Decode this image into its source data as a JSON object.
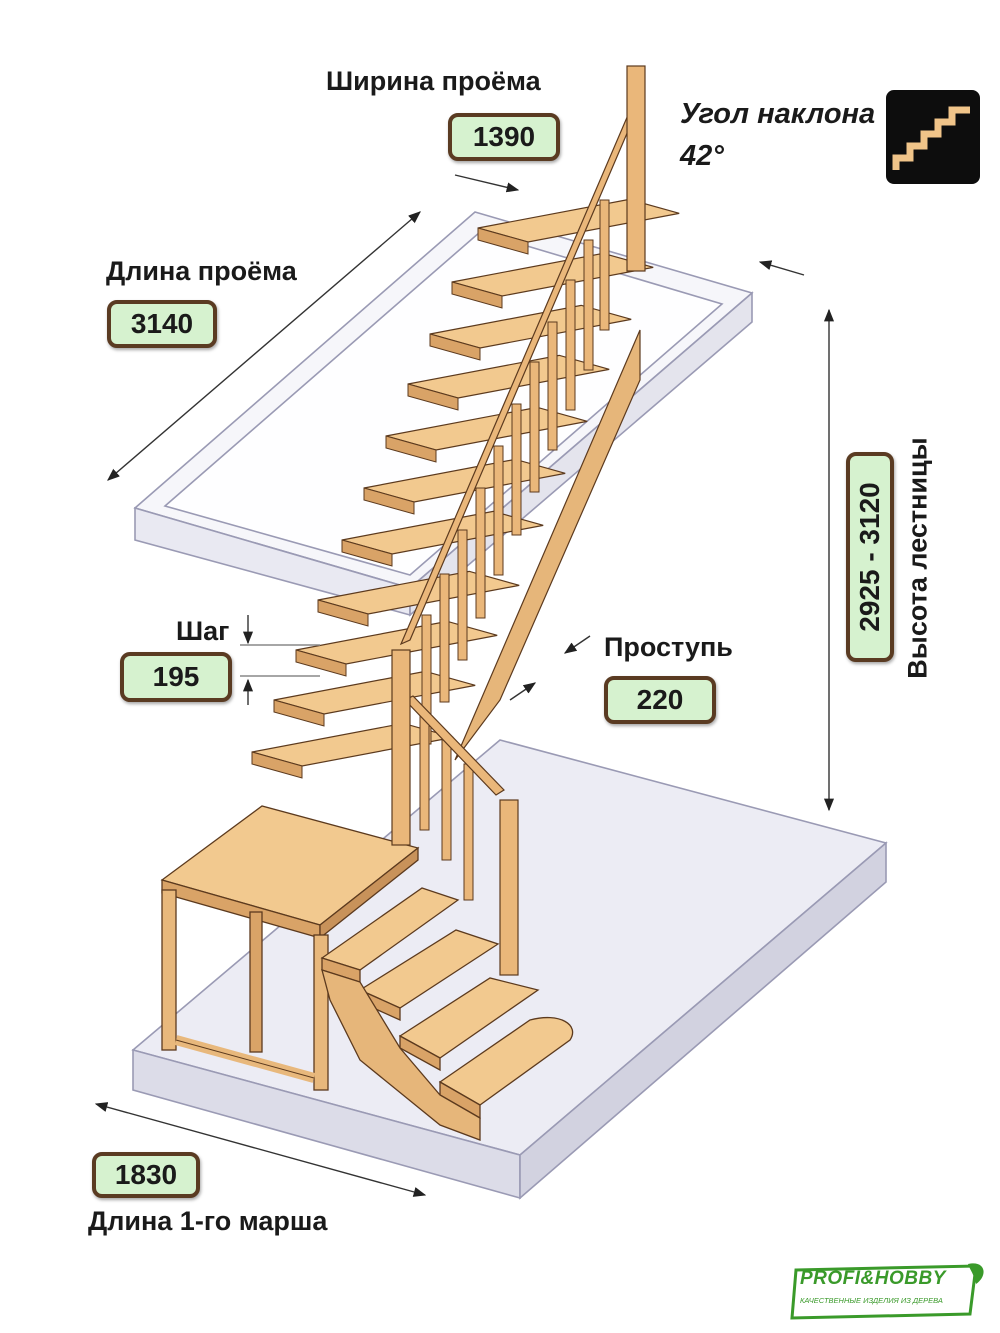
{
  "labels": {
    "opening_width": "Ширина проёма",
    "opening_length": "Длина проёма",
    "angle_title": "Угол наклона",
    "angle_value": "42°",
    "step_height": "Шаг",
    "tread_depth": "Проступь",
    "stair_height": "Высота лестницы",
    "first_flight_length": "Длина 1-го марша"
  },
  "values": {
    "opening_width": "1390",
    "opening_length": "3140",
    "step_height": "195",
    "tread_depth": "220",
    "stair_height": "2925 - 3120",
    "first_flight_length": "1830"
  },
  "logo": {
    "name": "PROFI&HOBBY",
    "tagline": "КАЧЕСТВЕННЫЕ ИЗДЕЛИЯ ИЗ ДЕРЕВА"
  },
  "colors": {
    "wood": "#f0c489",
    "wood_dark": "#c8925a",
    "wood_outline": "#5c3a1e",
    "pill_fill": "#d6f2cf",
    "pill_border": "#5a3b22",
    "slab": "#e8e8f2",
    "logo_green": "#3a9a2a"
  }
}
